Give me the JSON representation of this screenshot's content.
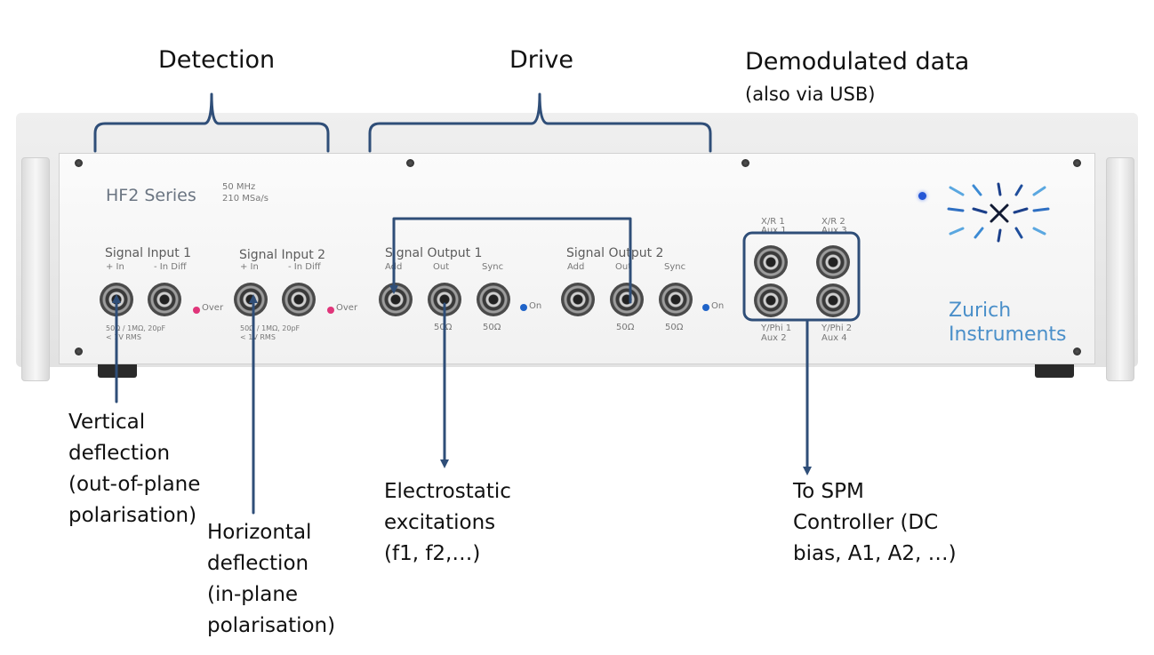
{
  "headers": {
    "detection": "Detection",
    "drive": "Drive",
    "demod": "Demodulated data",
    "demod_sub": "(also via USB)"
  },
  "annotations": {
    "vertical": "Vertical\ndeflection\n(out-of-plane\npolarisation)",
    "horizontal": "Horizontal\ndeflection\n(in-plane\npolarisation)",
    "electrostatic": "Electrostatic\nexcitations\n(f1, f2,…)",
    "spm": "To SPM\nController (DC\nbias, A1, A2, …)"
  },
  "device": {
    "series": "HF2 Series",
    "spec_freq": "50 MHz",
    "spec_rate": "210 MSa/s",
    "signal_input_1": "Signal Input 1",
    "signal_input_2": "Signal Input 2",
    "signal_output_1": "Signal Output 1",
    "signal_output_2": "Signal Output 2",
    "plus_in": "+ In",
    "minus_in_diff": "- In Diff",
    "input_spec": "50Ω / 1MΩ, 20pF\n< 1V RMS",
    "add": "Add",
    "out": "Out",
    "sync": "Sync",
    "ohm50": "50Ω",
    "over": "Over",
    "on": "On",
    "xr1": "X/R 1",
    "xr2": "X/R 2",
    "aux1": "Aux 1",
    "aux3": "Aux 3",
    "yphi1": "Y/Phi 1",
    "yphi2": "Y/Phi 2",
    "aux2": "Aux 2",
    "aux4": "Aux 4",
    "brand": "Zurich\nInstruments"
  },
  "colors": {
    "annotation_blue": "#2f4e78",
    "brand_blue": "#4a8fc9",
    "over_led": "#e0357a",
    "on_led": "#1f63c8"
  }
}
